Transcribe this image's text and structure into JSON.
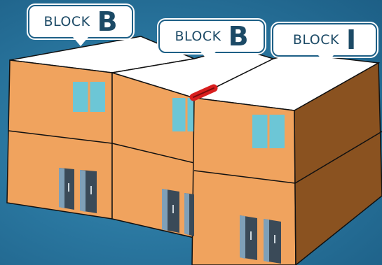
{
  "labels": [
    {
      "word": "BLOCK",
      "letter": "B"
    },
    {
      "word": "BLOCK",
      "letter": "B"
    },
    {
      "word": "BLOCK",
      "letter": "I"
    }
  ],
  "colors": {
    "background": "#2a77a0",
    "wall_front": "#f0a35e",
    "wall_side": "#8a5220",
    "roof": "#ffffff",
    "window_glass": "#6cc6d6",
    "door": "#3a4a58",
    "connector": "#d81e1e",
    "label_text": "#1c4a66"
  },
  "icons": [
    "window-icon",
    "door-icon",
    "connector-highlight-icon"
  ]
}
